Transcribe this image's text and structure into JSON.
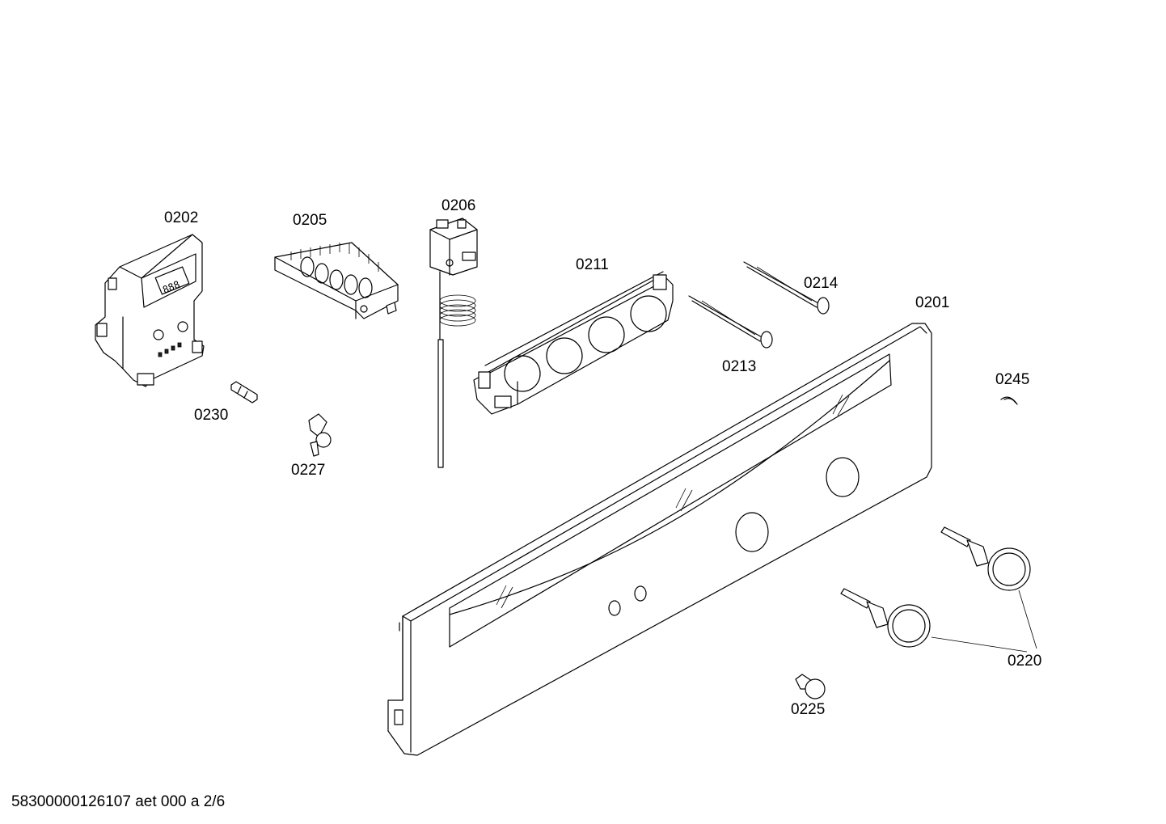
{
  "diagram": {
    "parts": [
      {
        "id": "p0202",
        "label": "0202"
      },
      {
        "id": "p0205",
        "label": "0205"
      },
      {
        "id": "p0206",
        "label": "0206"
      },
      {
        "id": "p0211",
        "label": "0211"
      },
      {
        "id": "p0214",
        "label": "0214"
      },
      {
        "id": "p0201",
        "label": "0201"
      },
      {
        "id": "p0213",
        "label": "0213"
      },
      {
        "id": "p0245",
        "label": "0245"
      },
      {
        "id": "p0230",
        "label": "0230"
      },
      {
        "id": "p0227",
        "label": "0227"
      },
      {
        "id": "p0220",
        "label": "0220"
      },
      {
        "id": "p0225",
        "label": "0225"
      }
    ],
    "footer": "58300000126107 aet 000 a 2/6"
  }
}
